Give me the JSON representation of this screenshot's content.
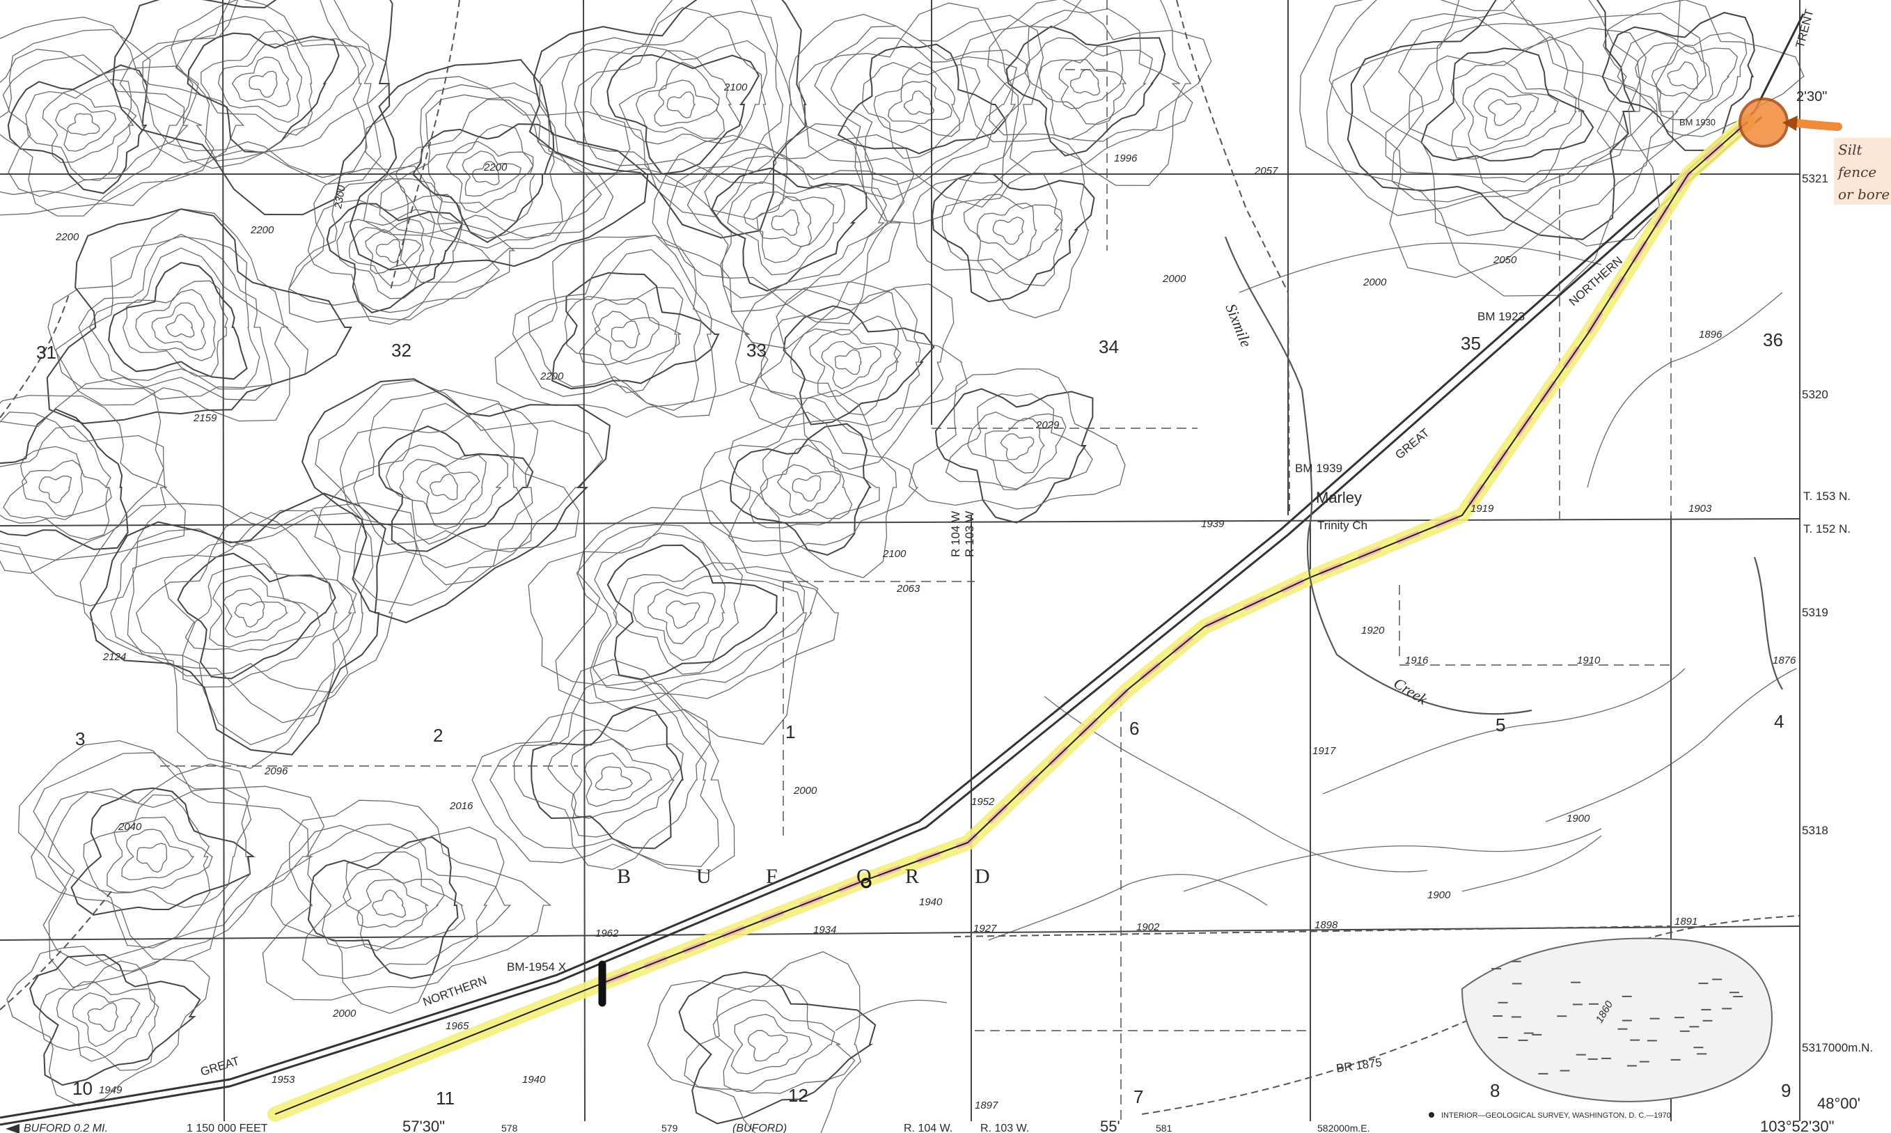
{
  "map": {
    "title_letters": [
      "B",
      "U",
      "F",
      "O",
      "R",
      "D"
    ],
    "railroad_words": [
      "GREAT",
      "NORTHERN",
      "GREAT",
      "NORTHERN",
      "TRENT"
    ],
    "place_labels": {
      "town": "Marley",
      "church": "Trinity Ch",
      "creek_upper": "Sixmile",
      "creek_lower": "Creek"
    },
    "sections_upper": [
      "31",
      "32",
      "33",
      "34",
      "35",
      "36"
    ],
    "sections_middle": [
      "3",
      "2",
      "1",
      "6",
      "5",
      "4"
    ],
    "sections_lower": [
      "10",
      "11",
      "12",
      "7",
      "8",
      "9"
    ],
    "township_labels": [
      "T. 153 N.",
      "T. 152 N."
    ],
    "range_labels_vertical": [
      "R 104 W",
      "R 103 W"
    ],
    "benchmarks": [
      "BM 1923",
      "BM 1939",
      "BM-1954 X",
      "BR 1875",
      "BM 1930"
    ],
    "elevations": [
      "2200",
      "2100",
      "2000",
      "2300",
      "1996",
      "2057",
      "2050",
      "2029",
      "2063",
      "1939",
      "1919",
      "1903",
      "1916",
      "1910",
      "1920",
      "1917",
      "1898",
      "1896",
      "1876",
      "1952",
      "1962",
      "1934",
      "1927",
      "1902",
      "1891",
      "1860",
      "1900",
      "1940",
      "1965",
      "1953",
      "1949",
      "1897",
      "2096",
      "2016",
      "2040",
      "2124",
      "2159"
    ],
    "right_margin": [
      "2'30\"",
      "5321",
      "5320",
      "5319",
      "5318",
      "5317000m.N.",
      "48°00'"
    ],
    "bottom_margin": {
      "left_arrow": "BUFORD 0.2 MI.",
      "feet": "1 150 000 FEET",
      "minutes1": "57'30\"",
      "e578": "578",
      "e579": "579",
      "buford": "(BUFORD)",
      "r104": "R. 104 W.",
      "r103": "R. 103 W.",
      "minutes2": "55'",
      "e581": "581",
      "e582": "582000m.E.",
      "publisher": "INTERIOR—GEOLOGICAL SURVEY, WASHINGTON, D. C.—1970",
      "corner_coord": "103°52'30\""
    },
    "annotation_handwritten": [
      "Silt",
      "fence",
      "or bore"
    ],
    "colors": {
      "highlight_yellow": "#f4ee7a",
      "highlight_pink": "#f3b4b4",
      "marker_orange": "#ef8a3a",
      "ink": "#2a2a2a"
    }
  }
}
